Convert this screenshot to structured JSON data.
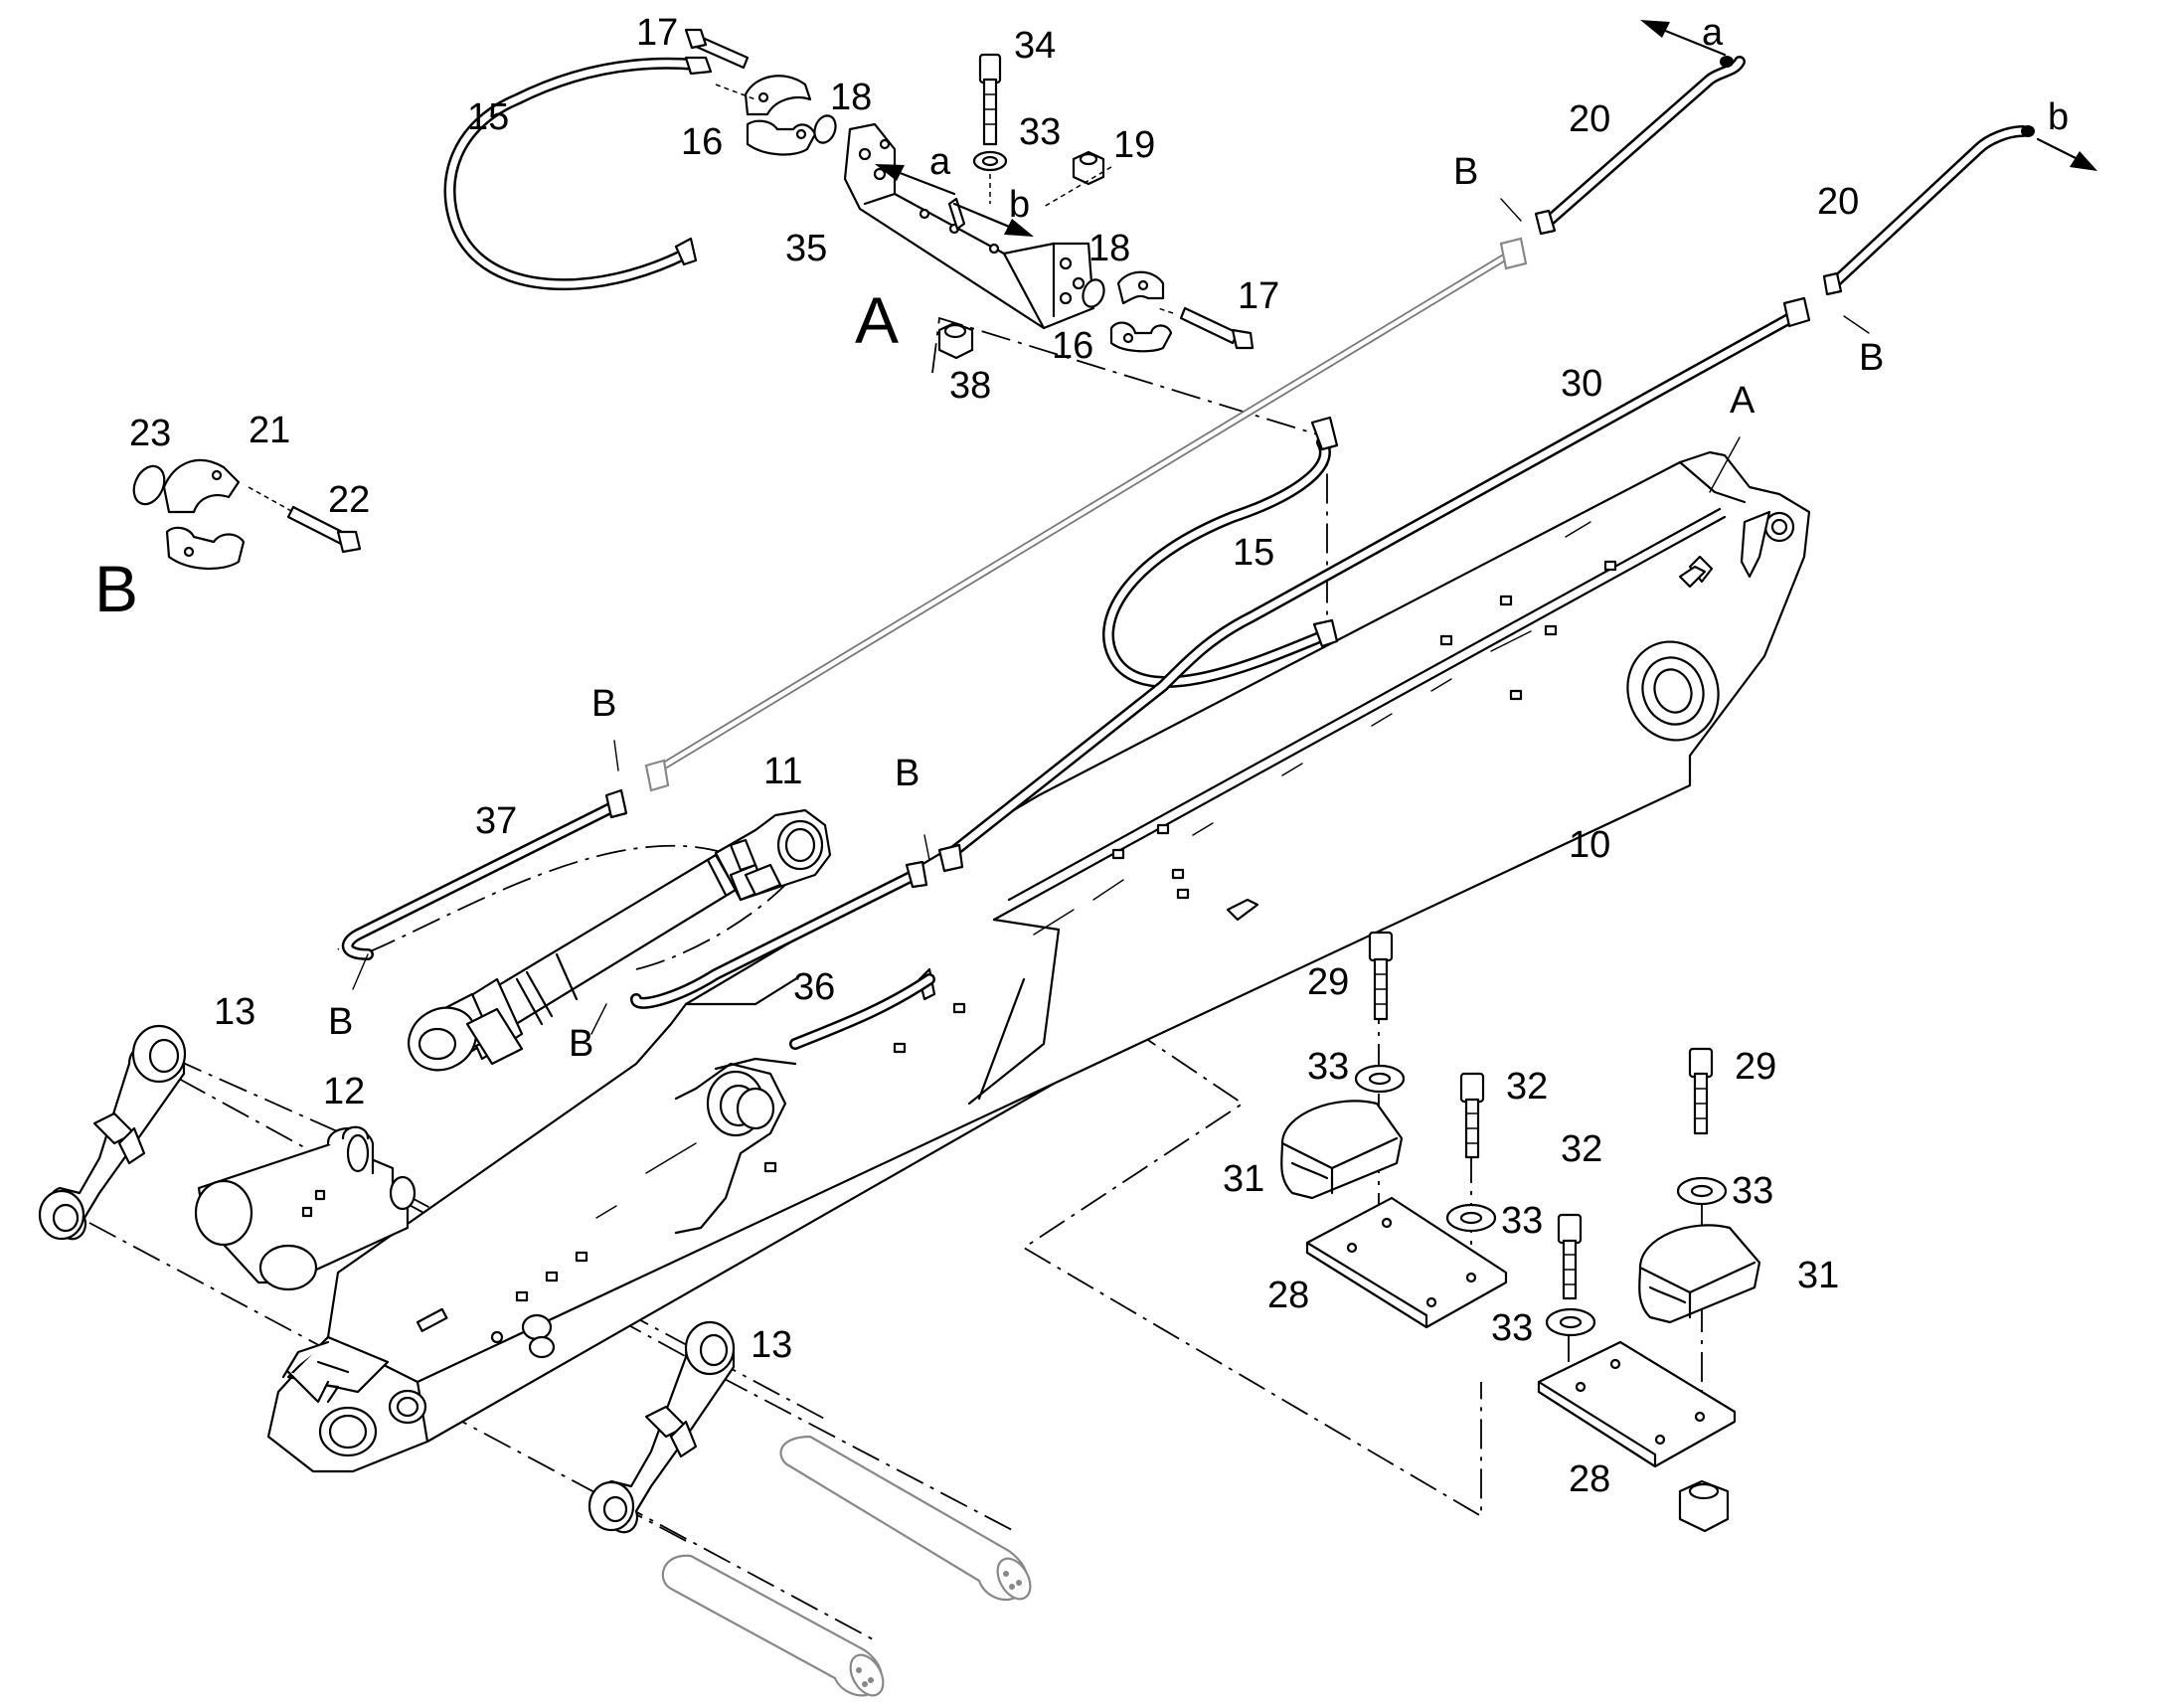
{
  "labels": [
    {
      "id": "l17a",
      "text": "17"
    },
    {
      "id": "l34",
      "text": "34"
    },
    {
      "id": "l15a",
      "text": "15"
    },
    {
      "id": "l18a",
      "text": "18"
    },
    {
      "id": "l16a",
      "text": "16"
    },
    {
      "id": "l33a",
      "text": "33"
    },
    {
      "id": "l19",
      "text": "19"
    },
    {
      "id": "la1",
      "text": "a"
    },
    {
      "id": "lb1",
      "text": "b"
    },
    {
      "id": "l35",
      "text": "35"
    },
    {
      "id": "l18b",
      "text": "18"
    },
    {
      "id": "l17b",
      "text": "17"
    },
    {
      "id": "l16b",
      "text": "16"
    },
    {
      "id": "l38",
      "text": "38"
    },
    {
      "id": "la2",
      "text": "a"
    },
    {
      "id": "l20a",
      "text": "20"
    },
    {
      "id": "lB1",
      "text": "B"
    },
    {
      "id": "lb2",
      "text": "b"
    },
    {
      "id": "l20b",
      "text": "20"
    },
    {
      "id": "lB2",
      "text": "B"
    },
    {
      "id": "l30",
      "text": "30"
    },
    {
      "id": "lA2",
      "text": "A"
    },
    {
      "id": "l23",
      "text": "23"
    },
    {
      "id": "l21",
      "text": "21"
    },
    {
      "id": "l22",
      "text": "22"
    },
    {
      "id": "l15b",
      "text": "15"
    },
    {
      "id": "lB3",
      "text": "B"
    },
    {
      "id": "l11",
      "text": "11"
    },
    {
      "id": "lB4",
      "text": "B"
    },
    {
      "id": "l37",
      "text": "37"
    },
    {
      "id": "l10",
      "text": "10"
    },
    {
      "id": "lB5",
      "text": "B"
    },
    {
      "id": "l36",
      "text": "36"
    },
    {
      "id": "lB6",
      "text": "B"
    },
    {
      "id": "l13a",
      "text": "13"
    },
    {
      "id": "l29a",
      "text": "29"
    },
    {
      "id": "l12",
      "text": "12"
    },
    {
      "id": "l33b",
      "text": "33"
    },
    {
      "id": "l32a",
      "text": "32"
    },
    {
      "id": "l29b",
      "text": "29"
    },
    {
      "id": "l31a",
      "text": "31"
    },
    {
      "id": "l33c",
      "text": "33"
    },
    {
      "id": "l32b",
      "text": "32"
    },
    {
      "id": "l33d",
      "text": "33"
    },
    {
      "id": "l28a",
      "text": "28"
    },
    {
      "id": "l33e",
      "text": "33"
    },
    {
      "id": "l31b",
      "text": "31"
    },
    {
      "id": "l13b",
      "text": "13"
    },
    {
      "id": "l28b",
      "text": "28"
    }
  ],
  "detail_labels": {
    "detail_a": "A",
    "detail_b": "B"
  }
}
